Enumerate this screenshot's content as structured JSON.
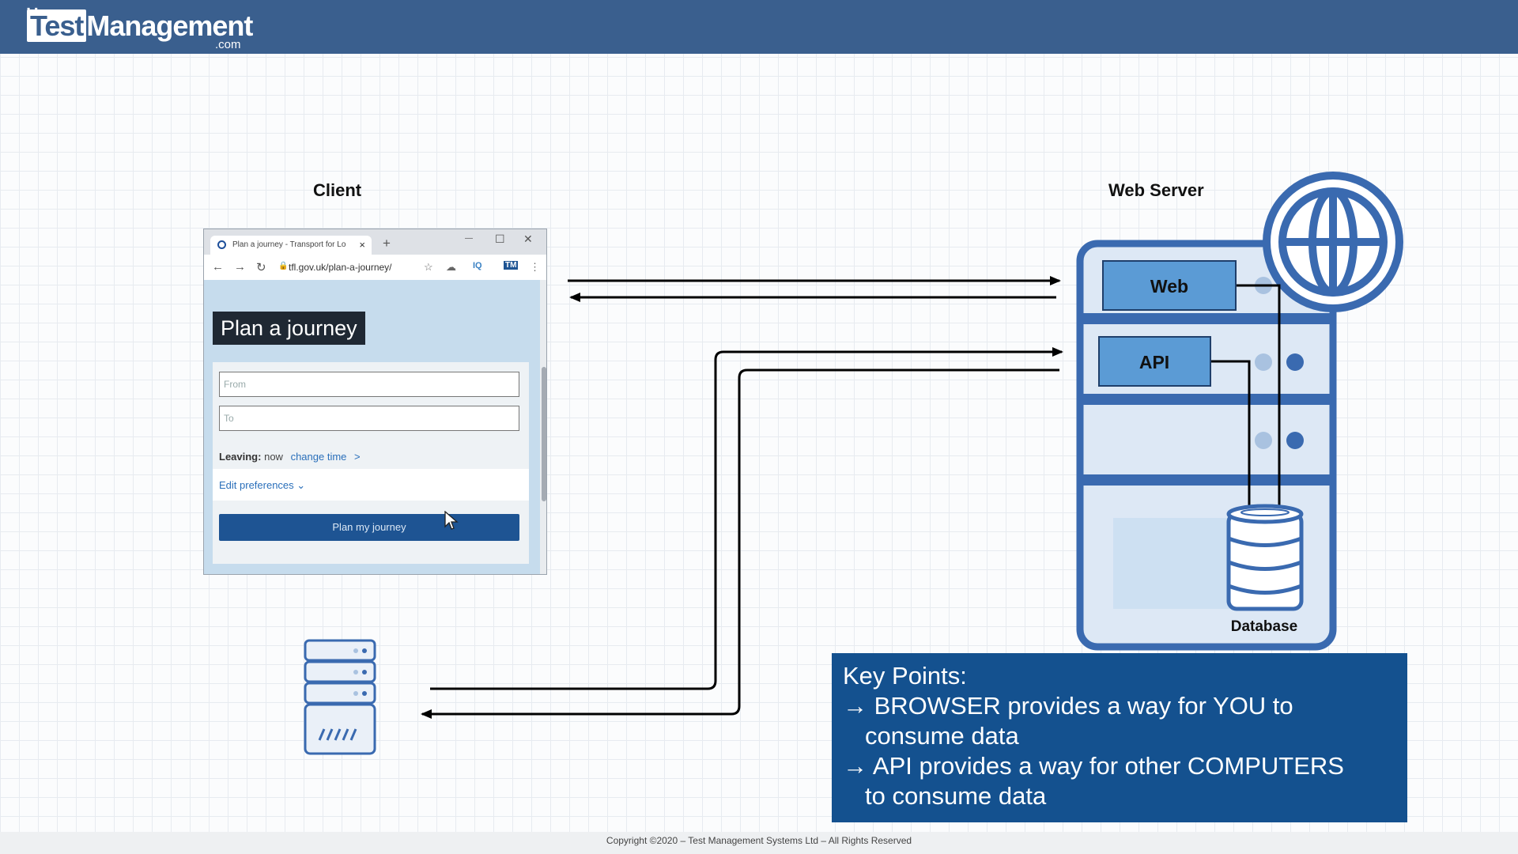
{
  "header": {
    "logo_test": "Test",
    "logo_management": "Management",
    "logo_dotcom": ".com"
  },
  "diagram": {
    "client_label": "Client",
    "web_server_label": "Web Server",
    "web_label": "Web",
    "api_label": "API",
    "database_label": "Database"
  },
  "browser": {
    "tab_title": "Plan a journey - Transport for Lo",
    "tab_close": "×",
    "new_tab": "+",
    "minimize": "—",
    "maximize": "☐",
    "close": "✕",
    "back": "←",
    "forward": "→",
    "reload": "↻",
    "url": "tfl.gov.uk/plan-a-journey/",
    "ext_iq": "IQ",
    "ext_tm": "TM",
    "menu": "⋮"
  },
  "page": {
    "title": "Plan a journey",
    "from_placeholder": "From",
    "to_placeholder": "To",
    "leaving_label": "Leaving:",
    "leaving_value": "now",
    "change_time": "change time",
    "change_time_chevron": ">",
    "edit_preferences": "Edit preferences",
    "edit_preferences_chevron": "⌄",
    "plan_button": "Plan my journey"
  },
  "key_points": {
    "title": "Key Points:",
    "point1_line1": "→ BROWSER provides a way for YOU to",
    "point1_line2": "consume data",
    "point2_line1": "→ API provides a way for other COMPUTERS",
    "point2_line2": "to consume data"
  },
  "footer": {
    "copyright": "Copyright ©2020 – Test Management Systems Ltd – All Rights Reserved"
  },
  "colors": {
    "header_bg": "#3a5f8e",
    "server_blue": "#3a6ab0",
    "server_light": "#dbe6f4",
    "box_blue": "#5b9bd5",
    "key_points_bg": "#14518f"
  }
}
